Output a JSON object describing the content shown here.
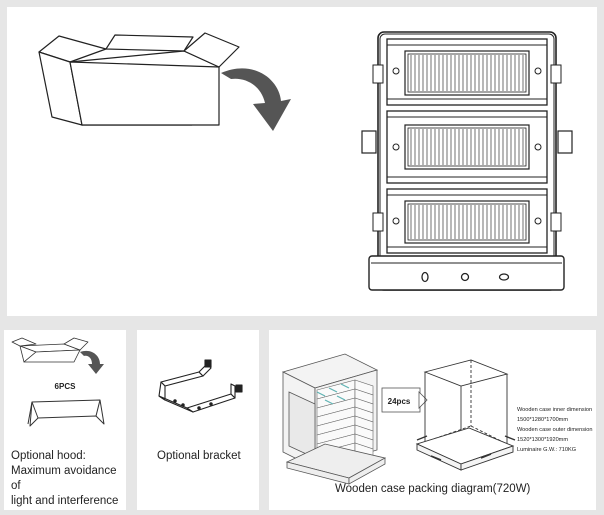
{
  "hood": {
    "count_label": "6PCS",
    "caption_lines": [
      "Optional hood:",
      "Maximum avoidance of",
      "light and interference"
    ]
  },
  "bracket": {
    "caption": "Optional bracket"
  },
  "wooden": {
    "qty_label": "24pcs",
    "caption": "Wooden case packing diagram(720W)",
    "specs": [
      "Wooden case inner dimension",
      "1500*1280*1700mm",
      "Wooden case outer dimension",
      "1520*1300*1920mm",
      "Luminaire G.W.:  710KG"
    ]
  }
}
